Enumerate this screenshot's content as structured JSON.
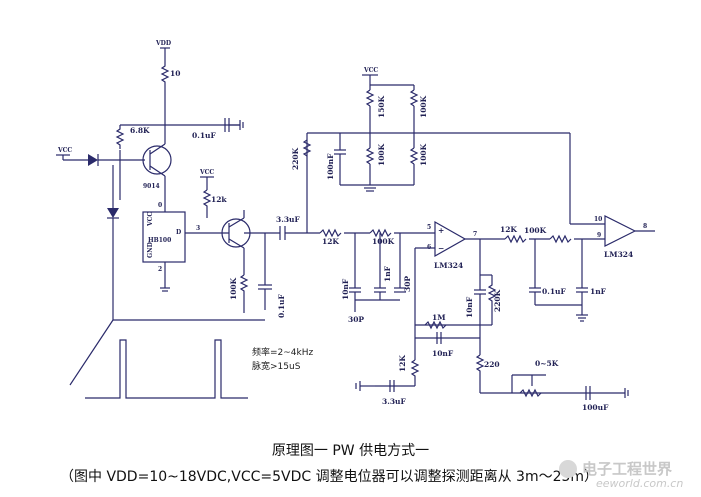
{
  "labels": {
    "vdd": "VDD",
    "vcc": "VCC",
    "r10": "10",
    "r6k8": "6.8K",
    "c01u_top": "0.1uF",
    "q9014": "9014",
    "ic_name": "HB100",
    "ic_vcc": "VCC",
    "ic_gnd": "GND",
    "ic_d": "D",
    "pin0": "0",
    "pin2": "2",
    "pin3": "3",
    "r12k_a": "12k",
    "r100k_a": "100K",
    "c01_a": "0.1uF",
    "c33": "3.3uF",
    "r220k_a": "220K",
    "c100n": "100nF",
    "r150k": "150K",
    "r100k_b": "100K",
    "r100k_c": "100K",
    "r100k_d": "100K",
    "r12k_b": "12K",
    "r100k_e": "100K",
    "c10n_a": "10nF",
    "c1n": "1nF",
    "c30p_a": "30P",
    "c30p_b": "30P",
    "lm324_a": "LM324",
    "pin5": "5",
    "pin6": "6",
    "pin7": "7",
    "c10n_b": "10nF",
    "r220k_b": "220K",
    "r1m": "1M",
    "c10n_c": "10nF",
    "r12k_c": "12K",
    "c33b": "3.3uF",
    "r220": "220",
    "pot": "0~5K",
    "c100u": "100uF",
    "r12k_d": "12K",
    "r100k_f": "100K",
    "c01_b": "0.1uF",
    "c1n_b": "1nF",
    "lm324_b": "LM324",
    "pin8": "8",
    "pin9": "9",
    "pin10": "10",
    "freq": "频率=2~4kHz",
    "pulse": "脉宽>15uS"
  },
  "caption": {
    "line1": "原理图一      PW 供电方式一",
    "line2": "（图中 VDD=10~18VDC,VCC=5VDC 调整电位器可以调整探测距离从 3m～25m）"
  },
  "watermark": {
    "logo": "电子工程世界",
    "url": "eeworld.com.cn"
  }
}
